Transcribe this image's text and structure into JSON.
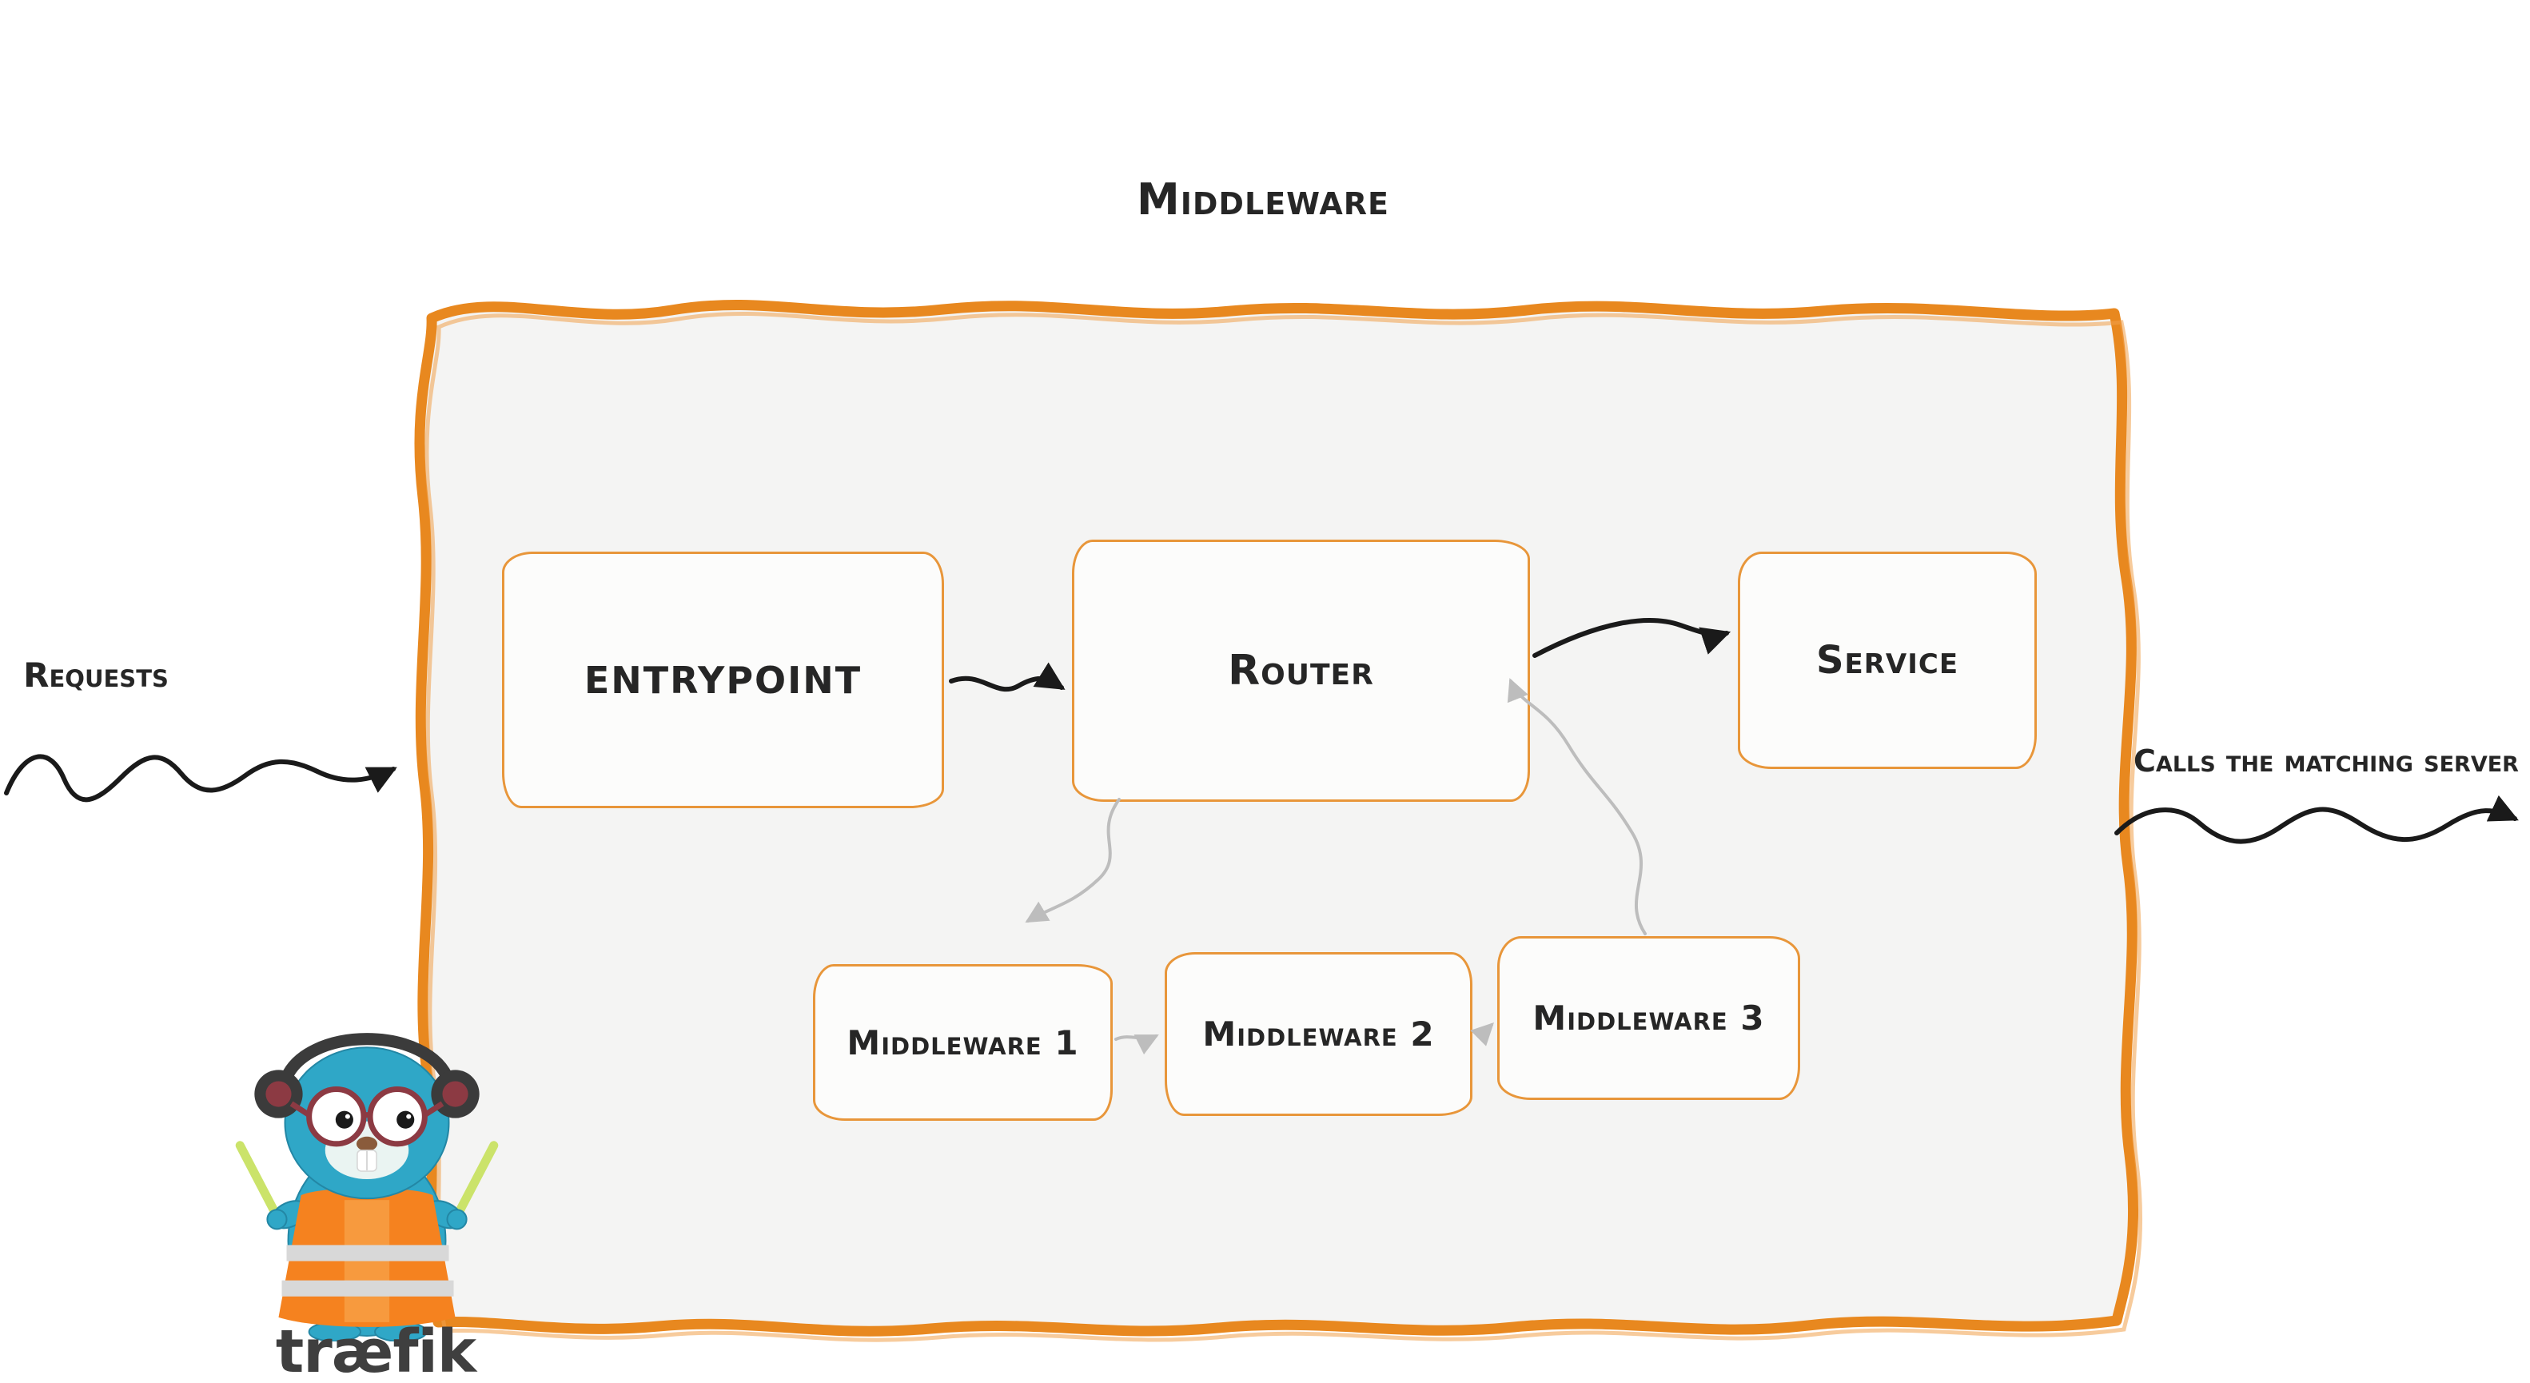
{
  "diagram": {
    "title": "Middleware",
    "nodes": {
      "entrypoint": "entrypoint",
      "router": "Router",
      "service": "Service",
      "middleware1": "Middleware 1",
      "middleware2": "Middleware 2",
      "middleware3": "Middleware 3"
    },
    "labels": {
      "requests": "Requests",
      "calls": "Calls the matching server"
    },
    "edges": [
      {
        "from": "requests",
        "to": "entrypoint",
        "style": "black-squiggle"
      },
      {
        "from": "entrypoint",
        "to": "router",
        "style": "black-squiggle"
      },
      {
        "from": "router",
        "to": "middleware1",
        "style": "gray-squiggle"
      },
      {
        "from": "middleware1",
        "to": "middleware2",
        "style": "gray-squiggle"
      },
      {
        "from": "middleware2",
        "to": "middleware3",
        "style": "gray-squiggle"
      },
      {
        "from": "middleware3",
        "to": "router",
        "style": "gray-squiggle"
      },
      {
        "from": "router",
        "to": "service",
        "style": "black-squiggle"
      },
      {
        "from": "service",
        "to": "calls-the-matching-server",
        "style": "black-squiggle"
      }
    ],
    "colors": {
      "container_border_orange": "#E8881F",
      "container_border_light": "#F0A04B",
      "container_fill": "#F4F4F3",
      "box_border_orange": "#E8963A",
      "box_fill": "#FCFCFB",
      "black_arrow": "#1A1A1A",
      "gray_arrow": "#BDBDBD",
      "text": "#262626",
      "gopher_blue": "#2FA7C7",
      "gopher_blue_dark": "#2387A5",
      "vest_orange": "#F5821F",
      "vest_panel_orange": "#F79A3E",
      "vest_stripe_silver": "#D8D8D8",
      "wand_green": "#CBE36A",
      "headphone_dark": "#3B3B3B",
      "goggle_maroon": "#8C3A43",
      "wordmark_gray": "#3F3F3F"
    },
    "logo": {
      "wordmark": "træfik"
    }
  }
}
